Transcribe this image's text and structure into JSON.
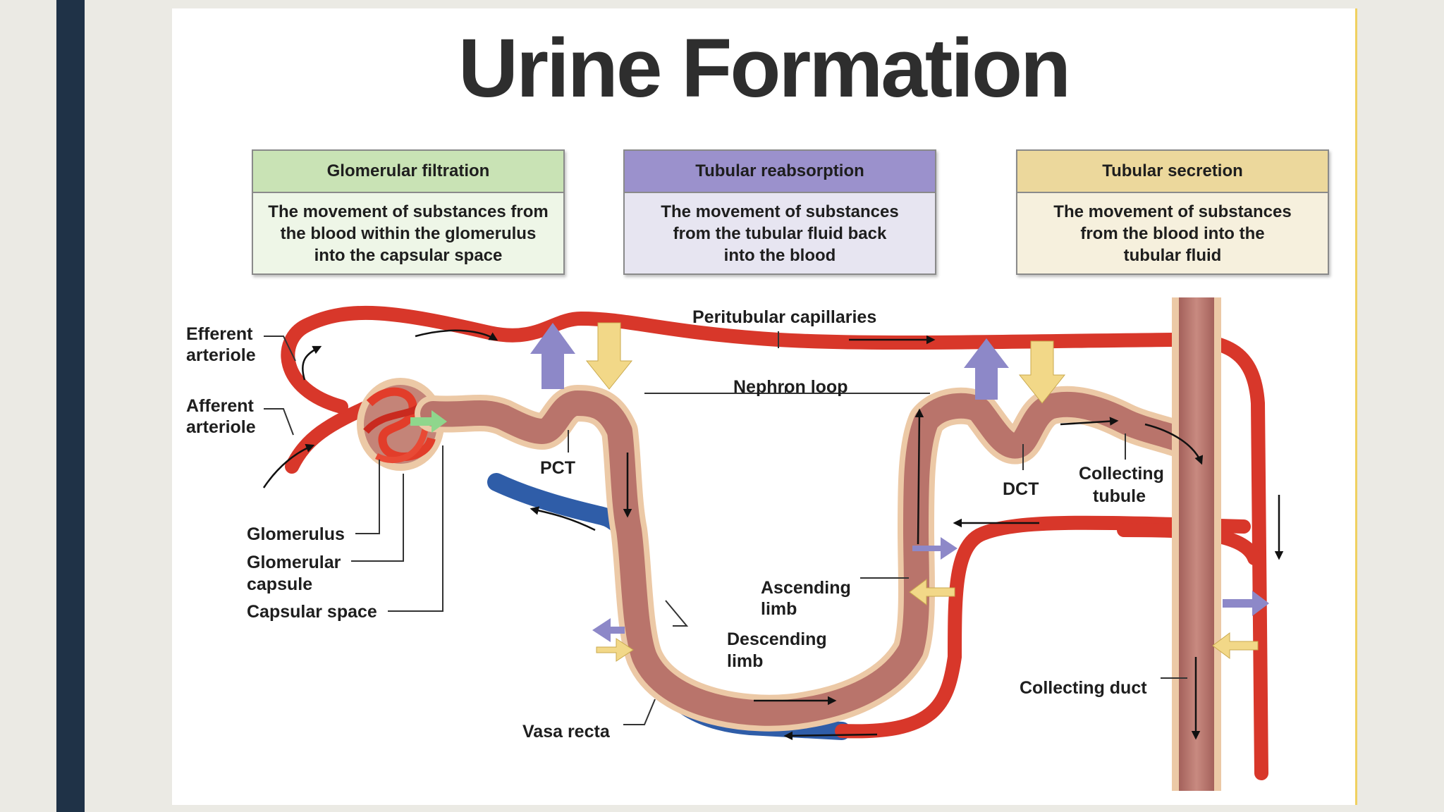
{
  "title": "Urine Formation",
  "processes": [
    {
      "heading": "Glomerular filtration",
      "description": "The movement of substances from\nthe blood within the glomerulus\ninto the capsular space",
      "color": "#c9e3b5"
    },
    {
      "heading": "Tubular reabsorption",
      "description": "The movement of substances\nfrom the tubular fluid back\ninto the blood",
      "color": "#9b91cc"
    },
    {
      "heading": "Tubular secretion",
      "description": "The movement of substances\nfrom the blood into the\ntubular fluid",
      "color": "#ecd89c"
    }
  ],
  "labels": {
    "efferent_1": "Efferent",
    "efferent_2": "arteriole",
    "afferent_1": "Afferent",
    "afferent_2": "arteriole",
    "glomerulus": "Glomerulus",
    "glomerular_capsule_1": "Glomerular",
    "glomerular_capsule_2": "capsule",
    "capsular_space": "Capsular space",
    "pct": "PCT",
    "peritubular_capillaries": "Peritubular capillaries",
    "nephron_loop": "Nephron loop",
    "dct": "DCT",
    "collecting_tubule_1": "Collecting",
    "collecting_tubule_2": "tubule",
    "ascending_limb_1": "Ascending",
    "ascending_limb_2": "limb",
    "descending_limb_1": "Descending",
    "descending_limb_2": "limb",
    "collecting_duct": "Collecting duct",
    "vasa_recta": "Vasa recta"
  },
  "colors": {
    "artery": "#d8372a",
    "vein": "#2f5da8",
    "tubule": "#b9746b",
    "tubule_outline": "#ecc9a6",
    "filtration_arrow": "#8fd68c",
    "reabsorption_arrow": "#8d88c8",
    "secretion_arrow": "#f2d888"
  }
}
